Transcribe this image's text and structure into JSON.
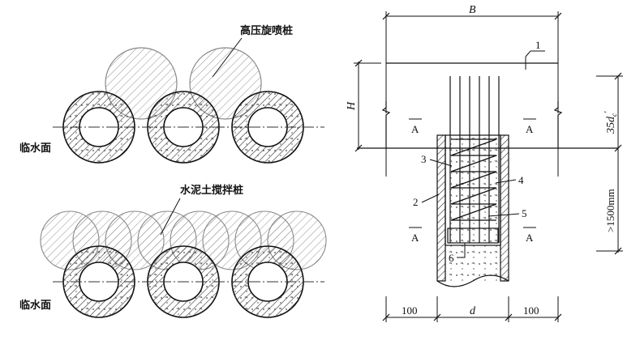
{
  "left_figure": {
    "top": {
      "pile_label": "高压旋喷桩",
      "water_label": "临水面"
    },
    "bottom": {
      "pile_label": "水泥土搅拌桩",
      "water_label": "临水面"
    }
  },
  "right_figure": {
    "width_label": "B",
    "height_label": "H",
    "section_marks": [
      "A",
      "A",
      "A",
      "A"
    ],
    "anchor_length": "35d",
    "anchor_sub": "c",
    "anchor_prime": "'",
    "min_length": ">1500mm",
    "callouts": [
      "1",
      "2",
      "3",
      "4",
      "5",
      "6"
    ],
    "bottom_dims": [
      "100",
      "d",
      "100"
    ]
  }
}
